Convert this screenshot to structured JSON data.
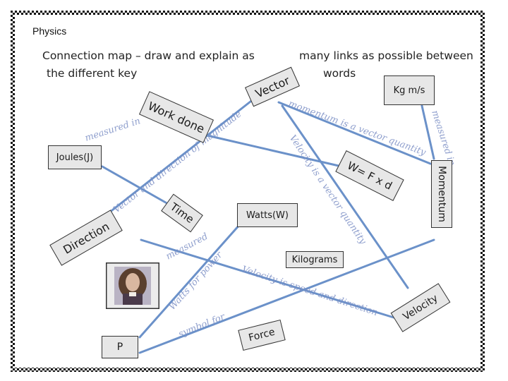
{
  "header": {
    "title": "Physics"
  },
  "instructions": {
    "line1a": "Connection map – draw and explain as",
    "line1b": "many links as possible between",
    "line2a": "the different key",
    "line2b": "words"
  },
  "keywords": {
    "vector": "Vector",
    "kg_ms": "Kg m/s",
    "work_done": "Work done",
    "joules": "Joules(J)",
    "work_formula": "W= F x d",
    "momentum": "Momentum",
    "time": "Time",
    "watts": "Watts(W)",
    "direction": "Direction",
    "kilograms": "Kilograms",
    "velocity": "Velocity",
    "force": "Force",
    "p": "P"
  },
  "annotations": {
    "measured_in_1": "measured in",
    "magnitude": "Vector and direction of magnitude",
    "momentum_vector": "momentum is a vector quantity",
    "measured_in_2": "measured in",
    "velocity_vector": "Velocity is a vector quantity",
    "measured": "measured",
    "watts_power": "Watts for power",
    "speed_direction": "Velocity is speed and direction",
    "symbol_for": "symbol for"
  },
  "colors": {
    "link": "#5b86c4",
    "box_fill": "#e7e7e7",
    "handwriting": "#7c8fc5",
    "border_check": "#000000"
  }
}
